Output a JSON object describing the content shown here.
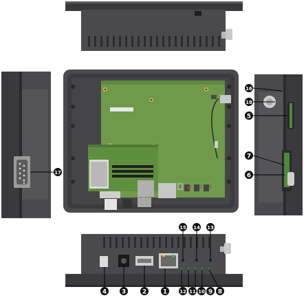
{
  "callouts": [
    {
      "id": "c1",
      "number": "1"
    },
    {
      "id": "c2",
      "number": "2"
    },
    {
      "id": "c3",
      "number": "3"
    },
    {
      "id": "c4",
      "number": "4"
    },
    {
      "id": "c5",
      "number": "5"
    },
    {
      "id": "c6",
      "number": "6"
    },
    {
      "id": "c7",
      "number": "7"
    },
    {
      "id": "c8",
      "number": "8"
    },
    {
      "id": "c9",
      "number": "9"
    },
    {
      "id": "c10",
      "number": "10"
    },
    {
      "id": "c11",
      "number": "11"
    },
    {
      "id": "c12",
      "number": "12"
    },
    {
      "id": "c13",
      "number": "13"
    },
    {
      "id": "c14",
      "number": "14"
    },
    {
      "id": "c15",
      "number": "15"
    },
    {
      "id": "c16",
      "number": "16"
    },
    {
      "id": "c17",
      "number": "17"
    },
    {
      "id": "c18",
      "number": "18"
    }
  ],
  "colors": {
    "enclosure": "#4a4a4c",
    "enclosure_dark": "#2e2e30",
    "enclosure_light": "#6a6a6c",
    "pcb": "#6f9a4a",
    "pcb_dark": "#4f7a34",
    "badge": "#111111",
    "leader": "#000000"
  }
}
